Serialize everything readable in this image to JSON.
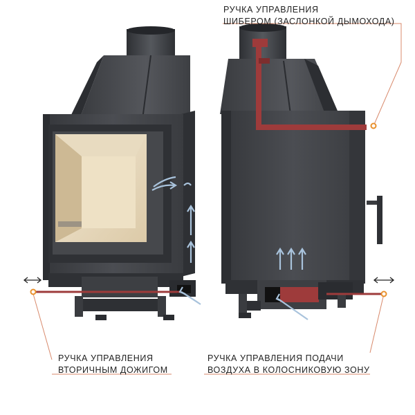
{
  "callouts": {
    "damper": {
      "line1": "РУЧКА УПРАВЛЕНИЯ",
      "line2": "ШИБЕРОМ (ЗАСЛОНКОЙ ДЫМОХОДА)"
    },
    "secondary_burn": {
      "line1": "РУЧКА УПРАВЛЕНИЯ",
      "line2": "ВТОРИЧНЫМ ДОЖИГОМ"
    },
    "ash_air": {
      "line1": "РУЧКА УПРАВЛЕНИЯ ПОДАЧИ",
      "line2": "ВОЗДУХА В КОЛОСНИКОВУЮ ЗОНУ"
    }
  },
  "colors": {
    "body_dark": "#3c3e42",
    "body_mid": "#4a4c50",
    "body_light": "#5d6064",
    "handle_red": "#9e3b3b",
    "glass_cream": "#e9dcc4",
    "air_arrow": "#a9c3dc",
    "leader_line": "#d8896b",
    "marker_orange": "#e8902c"
  },
  "icons": [
    "double-arrow-icon",
    "air-flow-arrow-icon",
    "pivot-marker-icon"
  ]
}
